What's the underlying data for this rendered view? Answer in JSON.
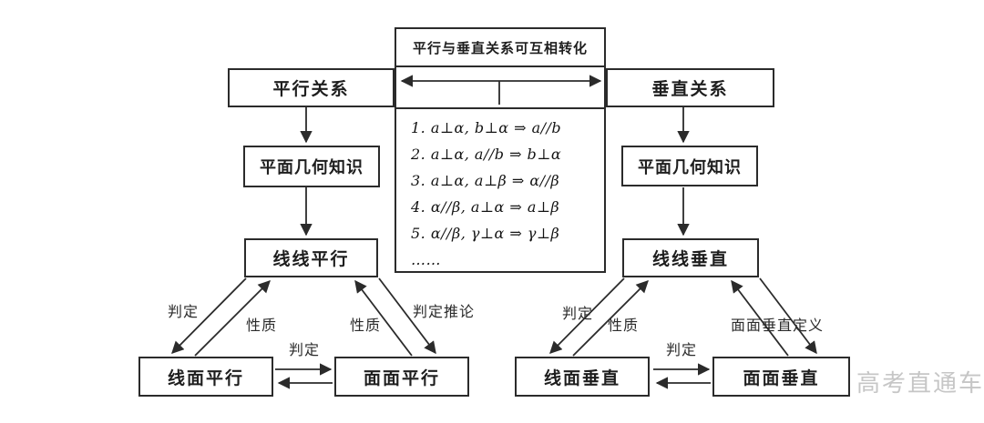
{
  "colors": {
    "line": "#2b2b2b",
    "background": "#ffffff",
    "watermark": "#c6c6c6"
  },
  "header": {
    "conversion_note": "平行与垂直关系可互相转化",
    "parallel_relation": "平行关系",
    "perpendicular_relation": "垂直关系"
  },
  "conversion_formulas": [
    "1. a⊥α, b⊥α ⇒ a//b",
    "2. a⊥α, a//b ⇒ b⊥α",
    "3. a⊥α, a⊥β ⇒ α//β",
    "4. α//β, a⊥α ⇒ a⊥β",
    "5. α//β, γ⊥α ⇒ γ⊥β",
    "……"
  ],
  "parallel_branch": {
    "plane_geometry": "平面几何知识",
    "line_line": "线线平行",
    "line_plane": "线面平行",
    "plane_plane": "面面平行",
    "labels": {
      "judgment_left": "判定",
      "property_left": "性质",
      "property_right": "性质",
      "judgment_corollary": "判定推论",
      "judgment_bottom": "判定"
    }
  },
  "perpendicular_branch": {
    "plane_geometry": "平面几何知识",
    "line_line": "线线垂直",
    "line_plane": "线面垂直",
    "plane_plane": "面面垂直",
    "labels": {
      "judgment_left": "判定",
      "property_left": "性质",
      "plane_plane_definition": "面面垂直定义",
      "judgment_bottom": "判定"
    }
  },
  "watermark": "高考直通车"
}
